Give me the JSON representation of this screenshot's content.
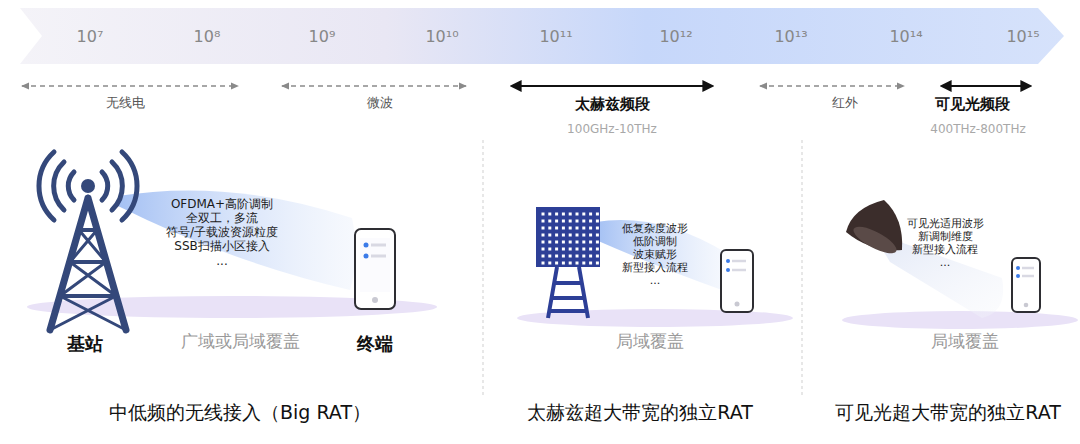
{
  "diagram": {
    "nodes": [
      {
        "text": [
          "OFDMA+高阶调制",
          "全双工，多流",
          "符号/子载波资源粒度",
          "SSB扫描小区接入",
          "..."
        ]
      },
      {
        "text": [
          "低复杂度波形",
          "低阶调制",
          "波束赋形",
          "新型接入流程",
          "..."
        ]
      },
      {
        "text": [
          "可见光适用波形",
          "新调制维度",
          "新型接入流程",
          "..."
        ]
      }
    ],
    "edges": [],
    "labels": [
      "10⁷",
      "10⁸",
      "10⁹",
      "10¹⁰",
      "10¹¹",
      "10¹²",
      "10¹³",
      "10¹⁴",
      "10¹⁵",
      "无线电",
      "微波",
      "太赫兹频段",
      "100GHz-10THz",
      "红外",
      "可见光频段",
      "400THz-800THz",
      "基站",
      "广域或局域覆盖",
      "终端",
      "局域覆盖",
      "局域覆盖",
      "中低频的无线接入（Big RAT）",
      "太赫兹超大带宽的独立RAT",
      "可见光超大带宽的独立RAT"
    ]
  }
}
